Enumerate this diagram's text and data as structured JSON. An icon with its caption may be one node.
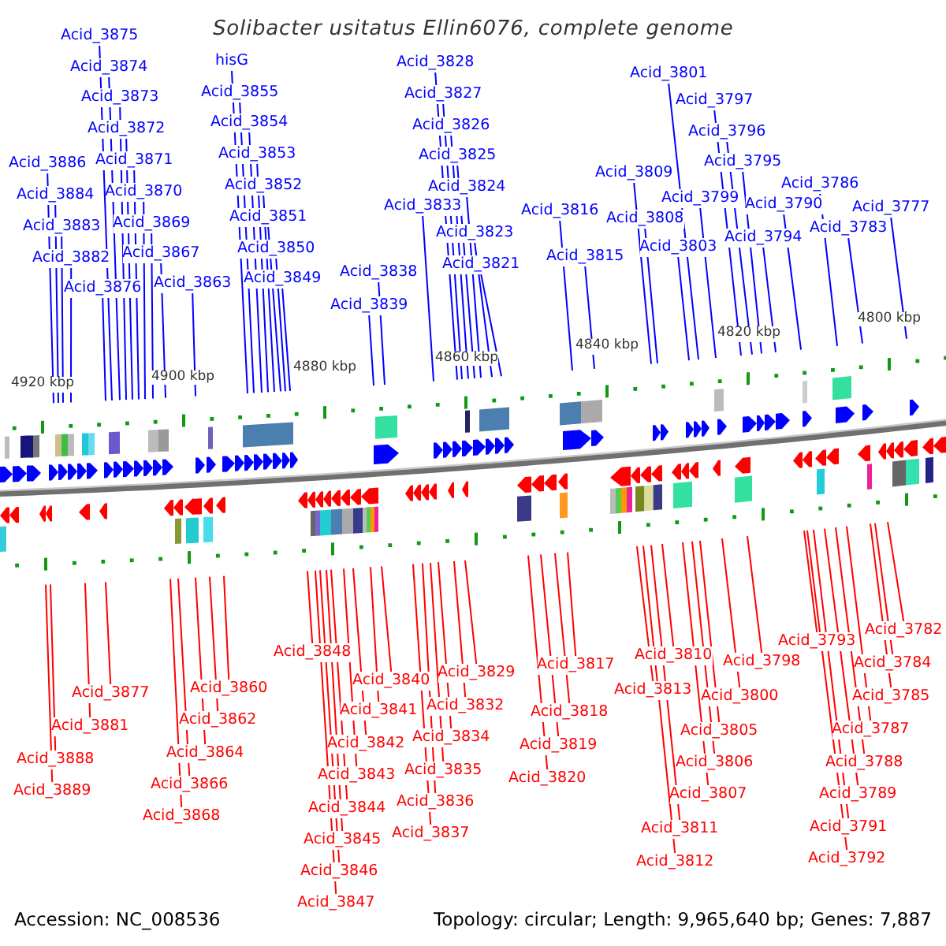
{
  "diagram": {
    "title": "Solibacter usitatus Ellin6076, complete genome",
    "nodes": [
      {
        "text": [
          "Acid_3886"
        ]
      },
      {
        "text": [
          "Acid_3884"
        ]
      },
      {
        "text": [
          "Acid_3883"
        ]
      },
      {
        "text": [
          "Acid_3882"
        ]
      },
      {
        "text": [
          "Acid_3875"
        ]
      },
      {
        "text": [
          "Acid_3874"
        ]
      },
      {
        "text": [
          "Acid_3873"
        ]
      },
      {
        "text": [
          "Acid_3872"
        ]
      },
      {
        "text": [
          "Acid_3871"
        ]
      },
      {
        "text": [
          "Acid_3870"
        ]
      },
      {
        "text": [
          "Acid_3869"
        ]
      },
      {
        "text": [
          "Acid_3867"
        ]
      },
      {
        "text": [
          "Acid_3876"
        ]
      },
      {
        "text": [
          "Acid_3863"
        ]
      },
      {
        "text": [
          "hisG"
        ]
      },
      {
        "text": [
          "Acid_3855"
        ]
      },
      {
        "text": [
          "Acid_3854"
        ]
      },
      {
        "text": [
          "Acid_3853"
        ]
      },
      {
        "text": [
          "Acid_3852"
        ]
      },
      {
        "text": [
          "Acid_3851"
        ]
      },
      {
        "text": [
          "Acid_3850"
        ]
      },
      {
        "text": [
          "Acid_3849"
        ]
      },
      {
        "text": [
          "Acid_3838"
        ]
      },
      {
        "text": [
          "Acid_3839"
        ]
      },
      {
        "text": [
          "Acid_3828"
        ]
      },
      {
        "text": [
          "Acid_3827"
        ]
      },
      {
        "text": [
          "Acid_3826"
        ]
      },
      {
        "text": [
          "Acid_3825"
        ]
      },
      {
        "text": [
          "Acid_3824"
        ]
      },
      {
        "text": [
          "Acid_3833"
        ]
      },
      {
        "text": [
          "Acid_3823"
        ]
      },
      {
        "text": [
          "Acid_3821"
        ]
      },
      {
        "text": [
          "Acid_3816"
        ]
      },
      {
        "text": [
          "Acid_3815"
        ]
      },
      {
        "text": [
          "Acid_3809"
        ]
      },
      {
        "text": [
          "Acid_3808"
        ]
      },
      {
        "text": [
          "Acid_3801"
        ]
      },
      {
        "text": [
          "Acid_3803"
        ]
      },
      {
        "text": [
          "Acid_3799"
        ]
      },
      {
        "text": [
          "Acid_3797"
        ]
      },
      {
        "text": [
          "Acid_3796"
        ]
      },
      {
        "text": [
          "Acid_3795"
        ]
      },
      {
        "text": [
          "Acid_3794"
        ]
      },
      {
        "text": [
          "Acid_3790"
        ]
      },
      {
        "text": [
          "Acid_3786"
        ]
      },
      {
        "text": [
          "Acid_3783"
        ]
      },
      {
        "text": [
          "Acid_3777"
        ]
      },
      {
        "text": [
          "Acid_3848"
        ]
      },
      {
        "text": [
          "Acid_3877"
        ]
      },
      {
        "text": [
          "Acid_3881"
        ]
      },
      {
        "text": [
          "Acid_3888"
        ]
      },
      {
        "text": [
          "Acid_3889"
        ]
      },
      {
        "text": [
          "Acid_3860"
        ]
      },
      {
        "text": [
          "Acid_3862"
        ]
      },
      {
        "text": [
          "Acid_3864"
        ]
      },
      {
        "text": [
          "Acid_3866"
        ]
      },
      {
        "text": [
          "Acid_3868"
        ]
      },
      {
        "text": [
          "Acid_3840"
        ]
      },
      {
        "text": [
          "Acid_3841"
        ]
      },
      {
        "text": [
          "Acid_3842"
        ]
      },
      {
        "text": [
          "Acid_3843"
        ]
      },
      {
        "text": [
          "Acid_3844"
        ]
      },
      {
        "text": [
          "Acid_3845"
        ]
      },
      {
        "text": [
          "Acid_3846"
        ]
      },
      {
        "text": [
          "Acid_3847"
        ]
      },
      {
        "text": [
          "Acid_3829"
        ]
      },
      {
        "text": [
          "Acid_3832"
        ]
      },
      {
        "text": [
          "Acid_3834"
        ]
      },
      {
        "text": [
          "Acid_3835"
        ]
      },
      {
        "text": [
          "Acid_3836"
        ]
      },
      {
        "text": [
          "Acid_3837"
        ]
      },
      {
        "text": [
          "Acid_3817"
        ]
      },
      {
        "text": [
          "Acid_3818"
        ]
      },
      {
        "text": [
          "Acid_3819"
        ]
      },
      {
        "text": [
          "Acid_3820"
        ]
      },
      {
        "text": [
          "Acid_3810"
        ]
      },
      {
        "text": [
          "Acid_3813"
        ]
      },
      {
        "text": [
          "Acid_3800"
        ]
      },
      {
        "text": [
          "Acid_3805"
        ]
      },
      {
        "text": [
          "Acid_3806"
        ]
      },
      {
        "text": [
          "Acid_3807"
        ]
      },
      {
        "text": [
          "Acid_3811"
        ]
      },
      {
        "text": [
          "Acid_3812"
        ]
      },
      {
        "text": [
          "Acid_3798"
        ]
      },
      {
        "text": [
          "Acid_3793"
        ]
      },
      {
        "text": [
          "Acid_3782"
        ]
      },
      {
        "text": [
          "Acid_3784"
        ]
      },
      {
        "text": [
          "Acid_3785"
        ]
      },
      {
        "text": [
          "Acid_3787"
        ]
      },
      {
        "text": [
          "Acid_3788"
        ]
      },
      {
        "text": [
          "Acid_3789"
        ]
      },
      {
        "text": [
          "Acid_3791"
        ]
      },
      {
        "text": [
          "Acid_3792"
        ]
      }
    ],
    "edges": [
      {
        "from": 0,
        "to": null,
        "arrow": "none"
      },
      {
        "from": 1,
        "to": null,
        "arrow": "none"
      },
      {
        "from": 2,
        "to": null,
        "arrow": "none"
      },
      {
        "from": 3,
        "to": null,
        "arrow": "none"
      },
      {
        "from": 4,
        "to": null,
        "arrow": "none"
      },
      {
        "from": 5,
        "to": null,
        "arrow": "none"
      },
      {
        "from": 6,
        "to": null,
        "arrow": "none"
      },
      {
        "from": 7,
        "to": null,
        "arrow": "none"
      },
      {
        "from": 8,
        "to": null,
        "arrow": "none"
      },
      {
        "from": 9,
        "to": null,
        "arrow": "none"
      },
      {
        "from": 10,
        "to": null,
        "arrow": "none"
      },
      {
        "from": 11,
        "to": null,
        "arrow": "none"
      },
      {
        "from": 12,
        "to": null,
        "arrow": "none"
      },
      {
        "from": 13,
        "to": null,
        "arrow": "none"
      },
      {
        "from": 14,
        "to": null,
        "arrow": "none"
      },
      {
        "from": 15,
        "to": null,
        "arrow": "none"
      },
      {
        "from": 16,
        "to": null,
        "arrow": "none"
      },
      {
        "from": 17,
        "to": null,
        "arrow": "none"
      },
      {
        "from": 18,
        "to": null,
        "arrow": "none"
      },
      {
        "from": 19,
        "to": null,
        "arrow": "none"
      },
      {
        "from": 20,
        "to": null,
        "arrow": "none"
      },
      {
        "from": 21,
        "to": null,
        "arrow": "none"
      },
      {
        "from": 22,
        "to": null,
        "arrow": "none"
      },
      {
        "from": 23,
        "to": null,
        "arrow": "none"
      },
      {
        "from": 24,
        "to": null,
        "arrow": "none"
      },
      {
        "from": 25,
        "to": null,
        "arrow": "none"
      },
      {
        "from": 26,
        "to": null,
        "arrow": "none"
      },
      {
        "from": 27,
        "to": null,
        "arrow": "none"
      },
      {
        "from": 28,
        "to": null,
        "arrow": "none"
      },
      {
        "from": 29,
        "to": null,
        "arrow": "none"
      },
      {
        "from": 30,
        "to": null,
        "arrow": "none"
      },
      {
        "from": 31,
        "to": null,
        "arrow": "none"
      },
      {
        "from": 32,
        "to": null,
        "arrow": "none"
      },
      {
        "from": 33,
        "to": null,
        "arrow": "none"
      },
      {
        "from": 34,
        "to": null,
        "arrow": "none"
      },
      {
        "from": 35,
        "to": null,
        "arrow": "none"
      },
      {
        "from": 36,
        "to": null,
        "arrow": "none"
      },
      {
        "from": 37,
        "to": null,
        "arrow": "none"
      },
      {
        "from": 38,
        "to": null,
        "arrow": "none"
      },
      {
        "from": 39,
        "to": null,
        "arrow": "none"
      },
      {
        "from": 40,
        "to": null,
        "arrow": "none"
      },
      {
        "from": 41,
        "to": null,
        "arrow": "none"
      },
      {
        "from": 42,
        "to": null,
        "arrow": "none"
      },
      {
        "from": 43,
        "to": null,
        "arrow": "none"
      },
      {
        "from": 44,
        "to": null,
        "arrow": "none"
      },
      {
        "from": 45,
        "to": null,
        "arrow": "none"
      },
      {
        "from": 46,
        "to": null,
        "arrow": "none"
      },
      {
        "from": 47,
        "to": null,
        "arrow": "none",
        "color": "#ff0000"
      },
      {
        "from": 48,
        "to": null,
        "arrow": "none",
        "color": "#ff0000"
      },
      {
        "from": 49,
        "to": null,
        "arrow": "none",
        "color": "#ff0000"
      },
      {
        "from": 50,
        "to": null,
        "arrow": "none",
        "color": "#ff0000"
      },
      {
        "from": 51,
        "to": null,
        "arrow": "none",
        "color": "#ff0000"
      },
      {
        "from": 52,
        "to": null,
        "arrow": "none",
        "color": "#ff0000"
      },
      {
        "from": 53,
        "to": null,
        "arrow": "none",
        "color": "#ff0000"
      },
      {
        "from": 54,
        "to": null,
        "arrow": "none",
        "color": "#ff0000"
      },
      {
        "from": 55,
        "to": null,
        "arrow": "none",
        "color": "#ff0000"
      },
      {
        "from": 56,
        "to": null,
        "arrow": "none",
        "color": "#ff0000"
      },
      {
        "from": 57,
        "to": null,
        "arrow": "none",
        "color": "#ff0000"
      },
      {
        "from": 58,
        "to": null,
        "arrow": "none",
        "color": "#ff0000"
      },
      {
        "from": 59,
        "to": null,
        "arrow": "none",
        "color": "#ff0000"
      },
      {
        "from": 60,
        "to": null,
        "arrow": "none",
        "color": "#ff0000"
      },
      {
        "from": 61,
        "to": null,
        "arrow": "none",
        "color": "#ff0000"
      },
      {
        "from": 62,
        "to": null,
        "arrow": "none",
        "color": "#ff0000"
      },
      {
        "from": 63,
        "to": null,
        "arrow": "none",
        "color": "#ff0000"
      },
      {
        "from": 64,
        "to": null,
        "arrow": "none",
        "color": "#ff0000"
      },
      {
        "from": 65,
        "to": null,
        "arrow": "none",
        "color": "#ff0000"
      },
      {
        "from": 66,
        "to": null,
        "arrow": "none",
        "color": "#ff0000"
      },
      {
        "from": 67,
        "to": null,
        "arrow": "none",
        "color": "#ff0000"
      },
      {
        "from": 68,
        "to": null,
        "arrow": "none",
        "color": "#ff0000"
      },
      {
        "from": 69,
        "to": null,
        "arrow": "none",
        "color": "#ff0000"
      },
      {
        "from": 70,
        "to": null,
        "arrow": "none",
        "color": "#ff0000"
      },
      {
        "from": 71,
        "to": null,
        "arrow": "none",
        "color": "#ff0000"
      },
      {
        "from": 72,
        "to": null,
        "arrow": "none",
        "color": "#ff0000"
      },
      {
        "from": 73,
        "to": null,
        "arrow": "none",
        "color": "#ff0000"
      },
      {
        "from": 74,
        "to": null,
        "arrow": "none",
        "color": "#ff0000"
      },
      {
        "from": 75,
        "to": null,
        "arrow": "none",
        "color": "#ff0000"
      },
      {
        "from": 76,
        "to": null,
        "arrow": "none",
        "color": "#ff0000"
      },
      {
        "from": 77,
        "to": null,
        "arrow": "none",
        "color": "#ff0000"
      },
      {
        "from": 78,
        "to": null,
        "arrow": "none",
        "color": "#ff0000"
      },
      {
        "from": 79,
        "to": null,
        "arrow": "none",
        "color": "#ff0000"
      },
      {
        "from": 80,
        "to": null,
        "arrow": "none",
        "color": "#ff0000"
      },
      {
        "from": 81,
        "to": null,
        "arrow": "none",
        "color": "#ff0000"
      },
      {
        "from": 82,
        "to": null,
        "arrow": "none",
        "color": "#ff0000"
      },
      {
        "from": 83,
        "to": null,
        "arrow": "none",
        "color": "#ff0000"
      },
      {
        "from": 84,
        "to": null,
        "arrow": "none",
        "color": "#ff0000"
      },
      {
        "from": 85,
        "to": null,
        "arrow": "none",
        "color": "#ff0000"
      },
      {
        "from": 86,
        "to": null,
        "arrow": "none",
        "color": "#ff0000"
      },
      {
        "from": 87,
        "to": null,
        "arrow": "none",
        "color": "#ff0000"
      },
      {
        "from": 88,
        "to": null,
        "arrow": "none",
        "color": "#ff0000"
      },
      {
        "from": 89,
        "to": null,
        "arrow": "none",
        "color": "#ff0000"
      },
      {
        "from": 90,
        "to": null,
        "arrow": "none",
        "color": "#ff0000"
      },
      {
        "from": 91,
        "to": null,
        "arrow": "none",
        "color": "#ff0000"
      },
      {
        "from": 92,
        "to": null,
        "arrow": "none",
        "color": "#ff0000"
      }
    ],
    "labels": [
      "4920 kbp",
      "4900 kbp",
      "4880 kbp",
      "4860 kbp",
      "4840 kbp",
      "4820 kbp",
      "4800 kbp",
      "Accession: NC_008536",
      "Topology: circular; Length: 9,965,640 bp; Genes: 7,887"
    ]
  }
}
